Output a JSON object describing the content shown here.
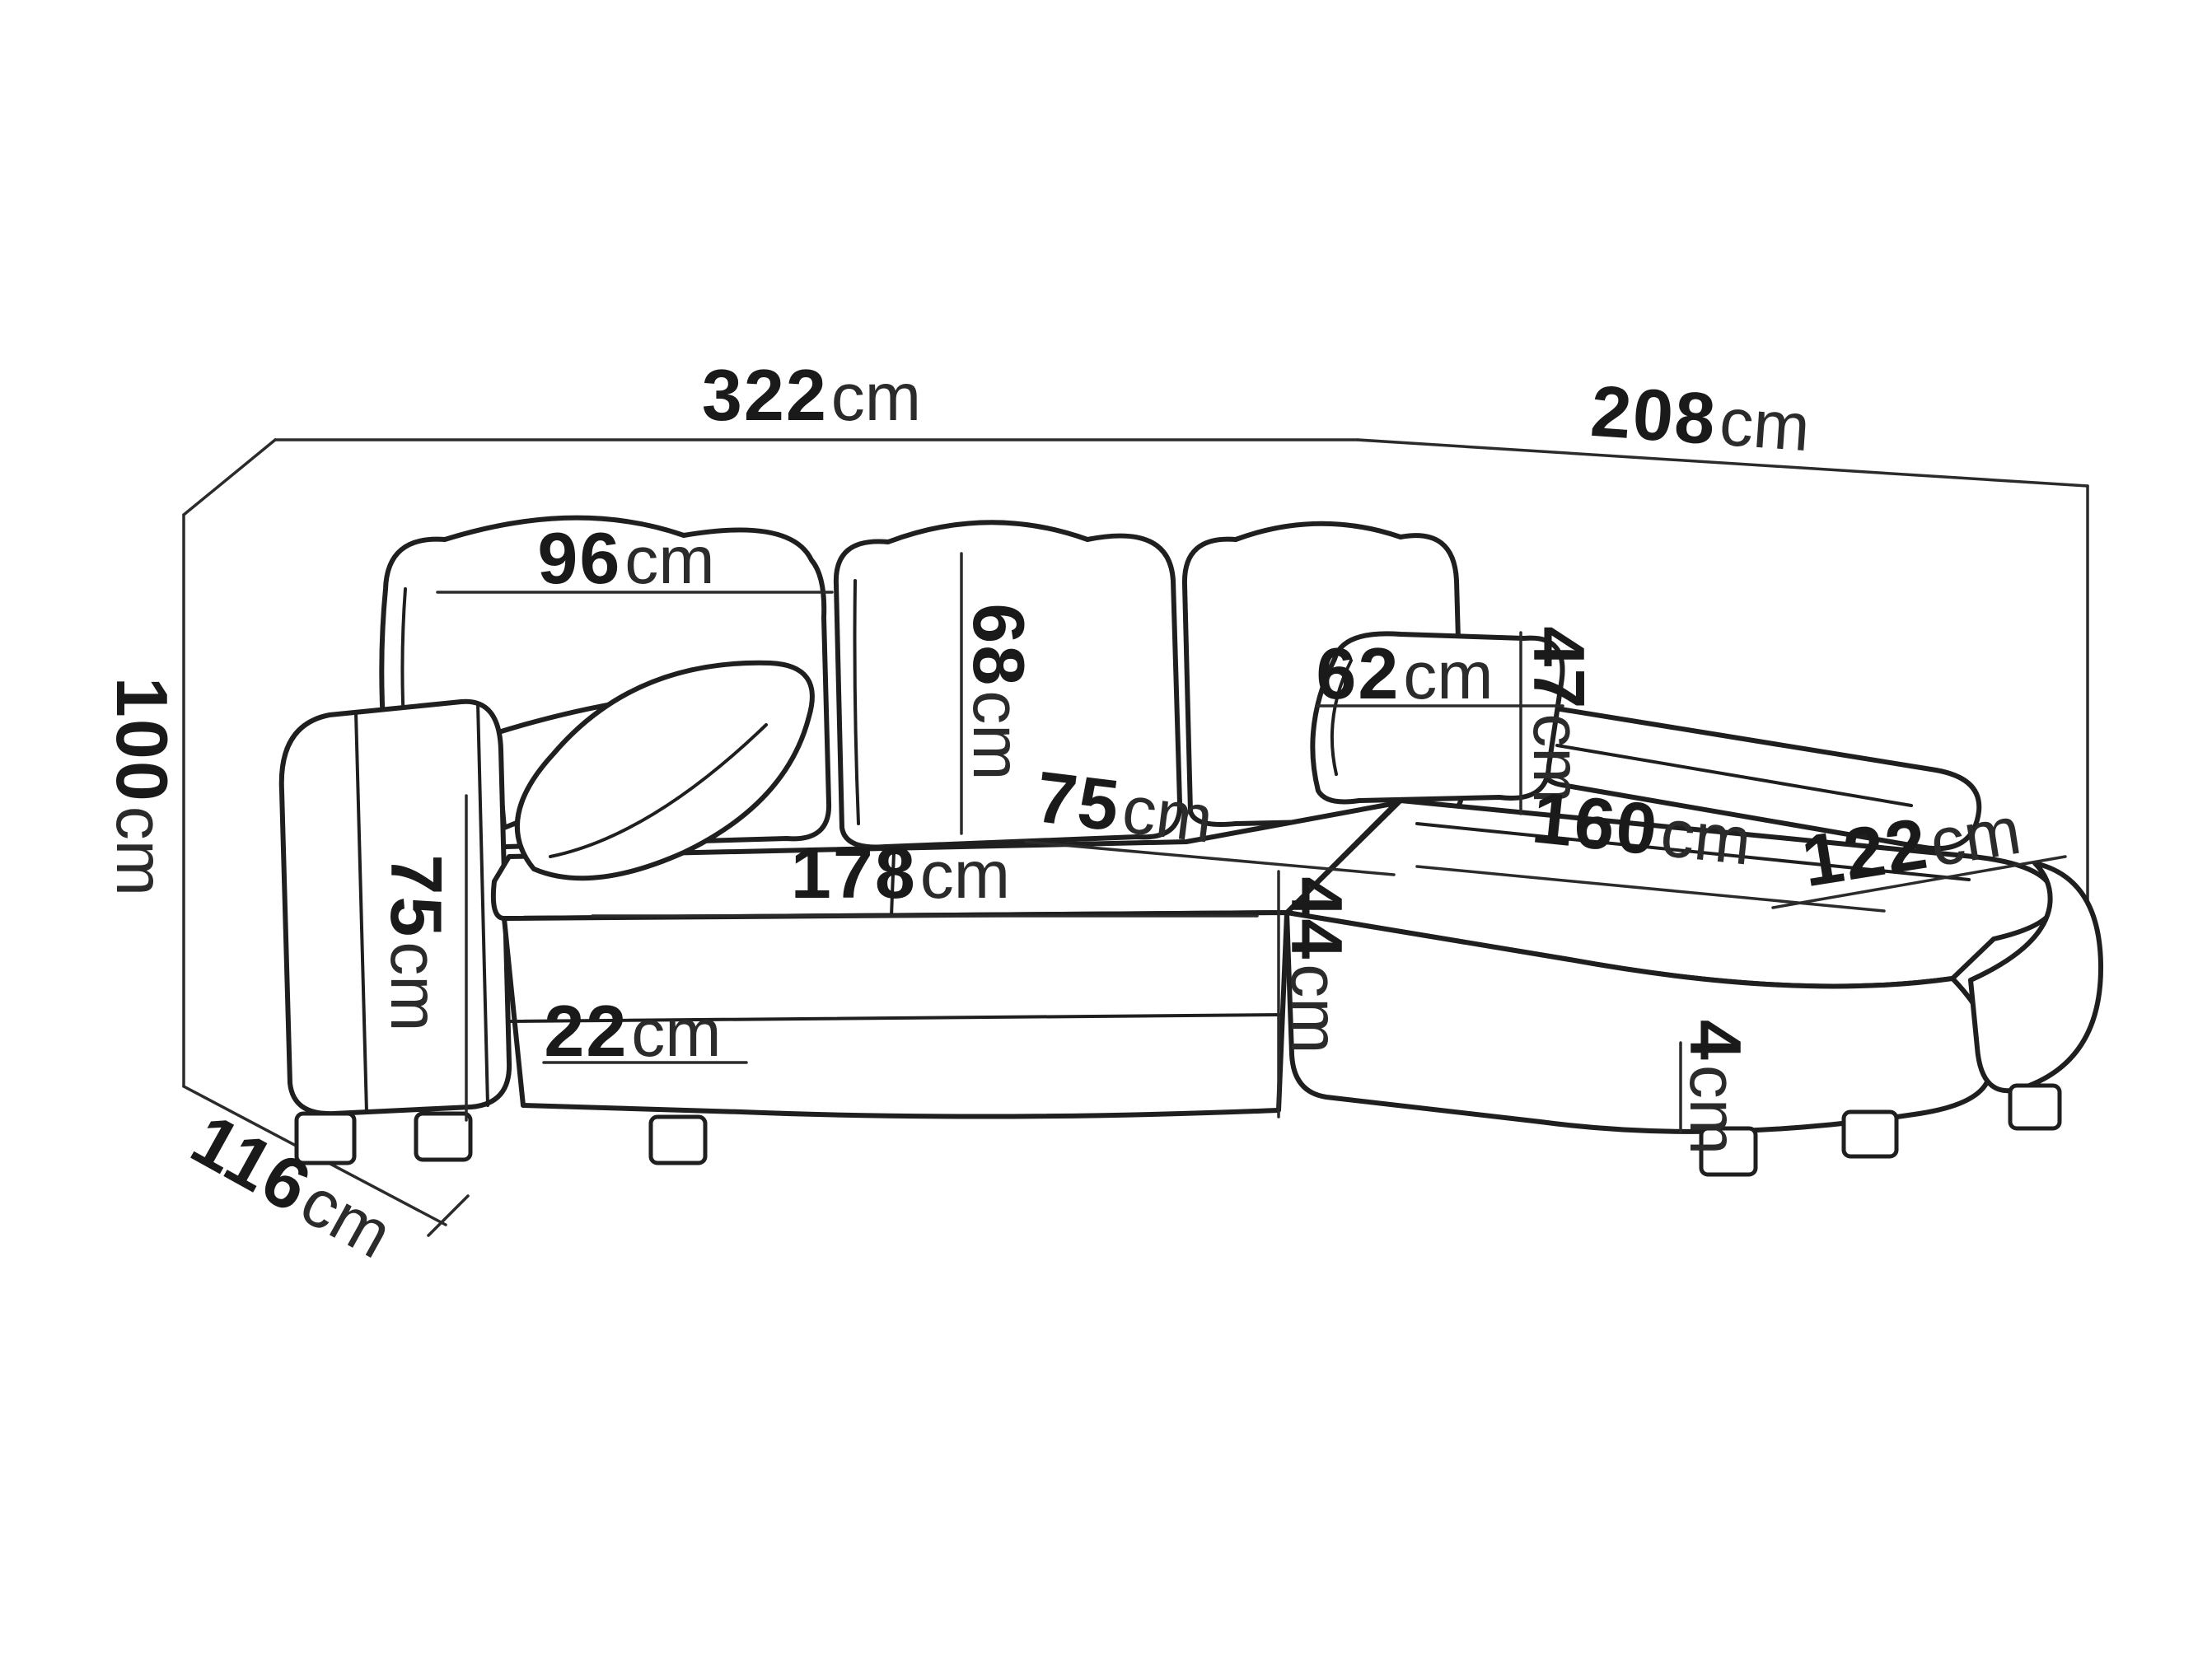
{
  "diagram": {
    "subject": "corner-sofa-dimension-drawing",
    "unit": "cm",
    "colors": {
      "background": "#ffffff",
      "outline": "#1f1f1f",
      "dimension_line": "#2b2b2b",
      "text": "#1a1a1a"
    },
    "labels": [
      {
        "id": "overall-width",
        "value": "322",
        "unit": "cm"
      },
      {
        "id": "corner-depth",
        "value": "208",
        "unit": "cm"
      },
      {
        "id": "overall-height",
        "value": "100",
        "unit": "cm"
      },
      {
        "id": "back-cushion-width",
        "value": "96",
        "unit": "cm"
      },
      {
        "id": "back-cushion-height",
        "value": "68",
        "unit": "cm"
      },
      {
        "id": "small-pillow-width",
        "value": "62",
        "unit": "cm"
      },
      {
        "id": "small-pillow-height",
        "value": "47",
        "unit": "cm"
      },
      {
        "id": "seat-depth",
        "value": "75",
        "unit": "cm"
      },
      {
        "id": "chaise-seat-length",
        "value": "160",
        "unit": "cm"
      },
      {
        "id": "chaise-width",
        "value": "122",
        "unit": "cm"
      },
      {
        "id": "seat-width",
        "value": "178",
        "unit": "cm"
      },
      {
        "id": "armrest-height",
        "value": "75",
        "unit": "cm"
      },
      {
        "id": "seat-height",
        "value": "44",
        "unit": "cm"
      },
      {
        "id": "armrest-width",
        "value": "22",
        "unit": "cm"
      },
      {
        "id": "side-depth",
        "value": "116",
        "unit": "cm"
      },
      {
        "id": "leg-height",
        "value": "4",
        "unit": "cm"
      }
    ]
  }
}
